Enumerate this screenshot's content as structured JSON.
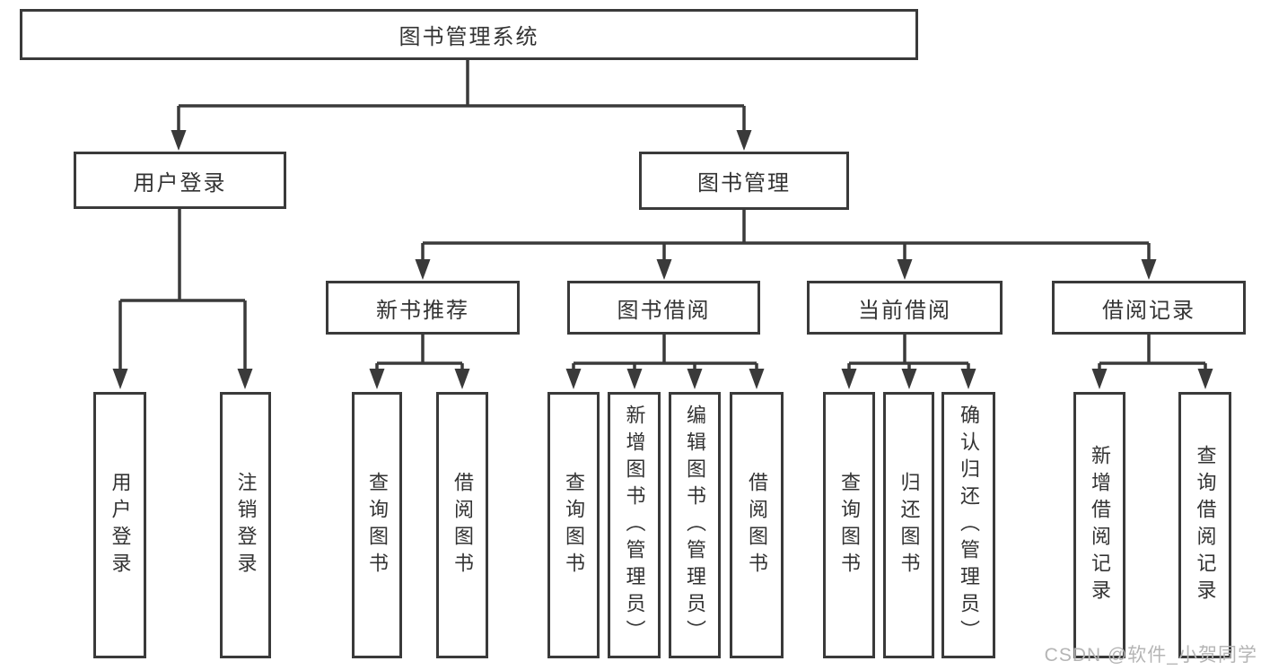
{
  "colors": {
    "line": "#3a3a3a",
    "box_border": "#3a3a3a",
    "text": "#333333",
    "background": "#ffffff",
    "watermark_text": "#b5b5b5"
  },
  "tree": {
    "root": "图书管理系统",
    "children": [
      {
        "label": "用户登录",
        "leaves": [
          "用户登录",
          "注销登录"
        ]
      },
      {
        "label": "图书管理",
        "groups": [
          {
            "label": "新书推荐",
            "leaves": [
              "查询图书",
              "借阅图书"
            ]
          },
          {
            "label": "图书借阅",
            "leaves": [
              "查询图书",
              "新增图书（管理员）",
              "编辑图书（管理员）",
              "借阅图书"
            ]
          },
          {
            "label": "当前借阅",
            "leaves": [
              "查询图书",
              "归还图书",
              "确认归还（管理员）"
            ]
          },
          {
            "label": "借阅记录",
            "leaves": [
              "新增借阅记录",
              "查询借阅记录"
            ]
          }
        ]
      }
    ]
  },
  "watermark": "CSDN @软件_小贺同学"
}
